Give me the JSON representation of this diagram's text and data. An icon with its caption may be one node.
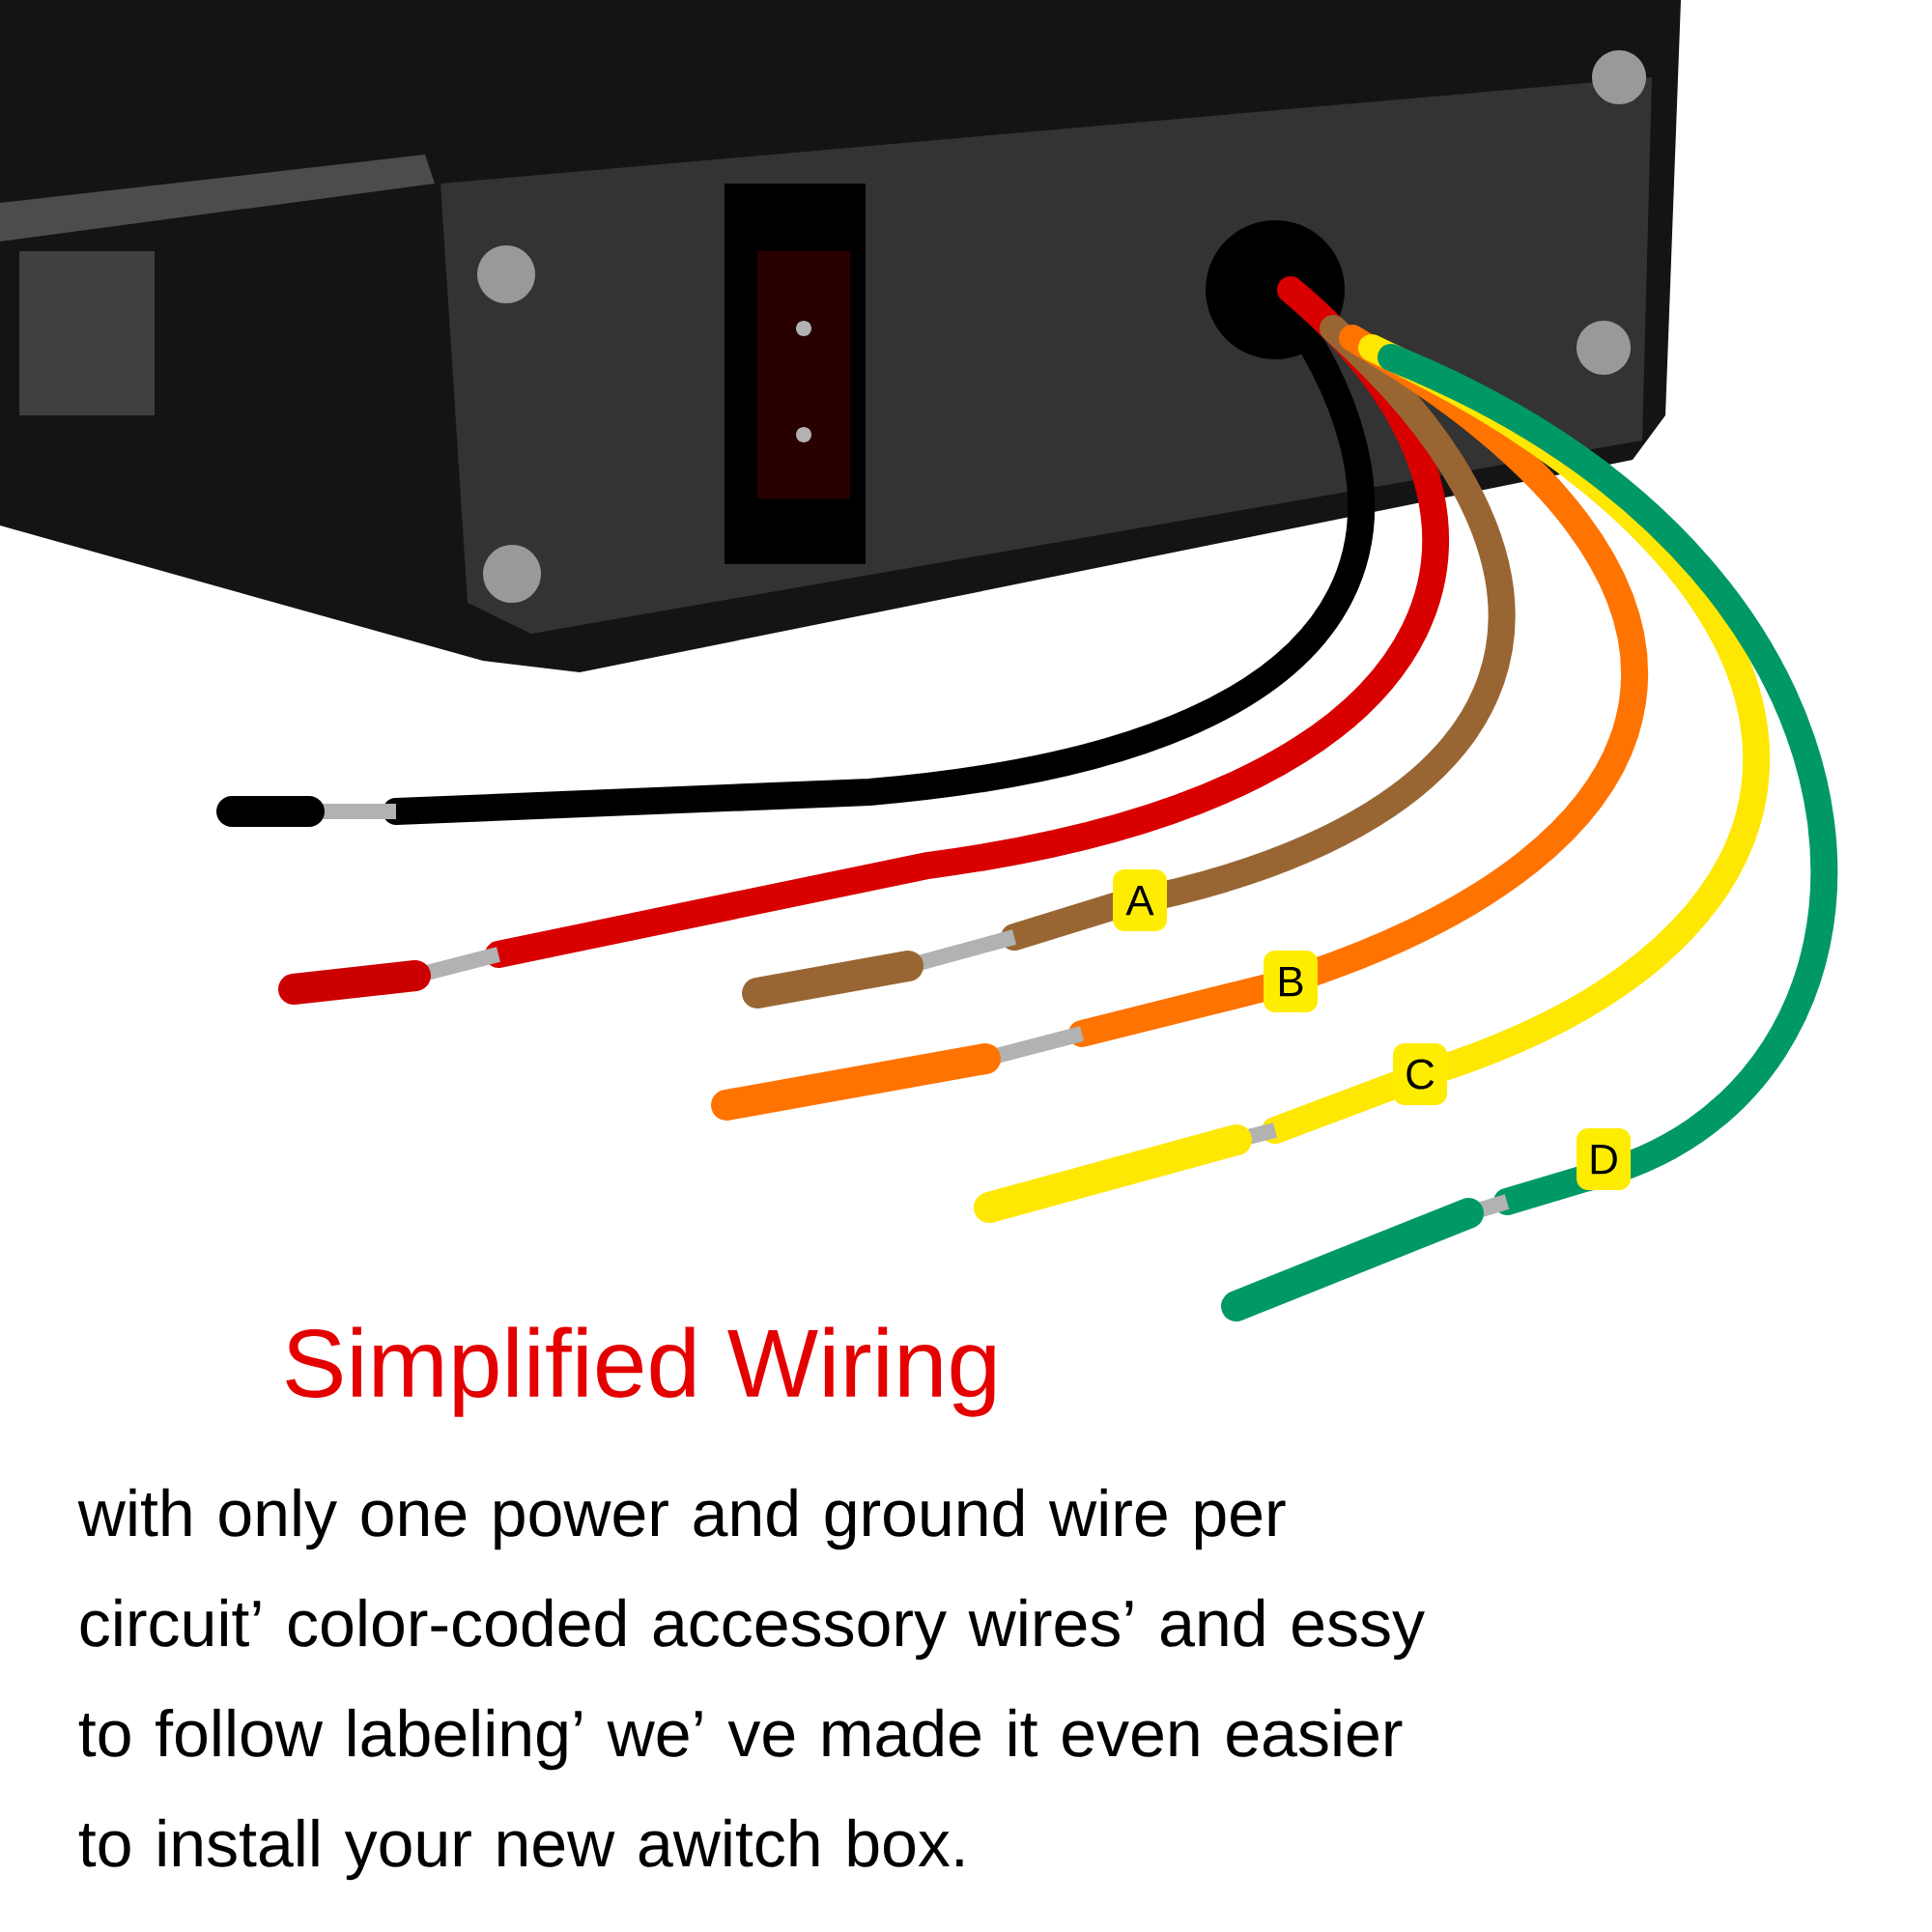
{
  "diagram": {
    "title": "Simplified Wiring",
    "caption": "with only one power and ground wire per circuit’ color-coded accessory wires’ and essy to follow labeling’ we’ ve made it even easier to install your new awitch box.",
    "labels": [
      "A",
      "B",
      "C",
      "D"
    ]
  }
}
